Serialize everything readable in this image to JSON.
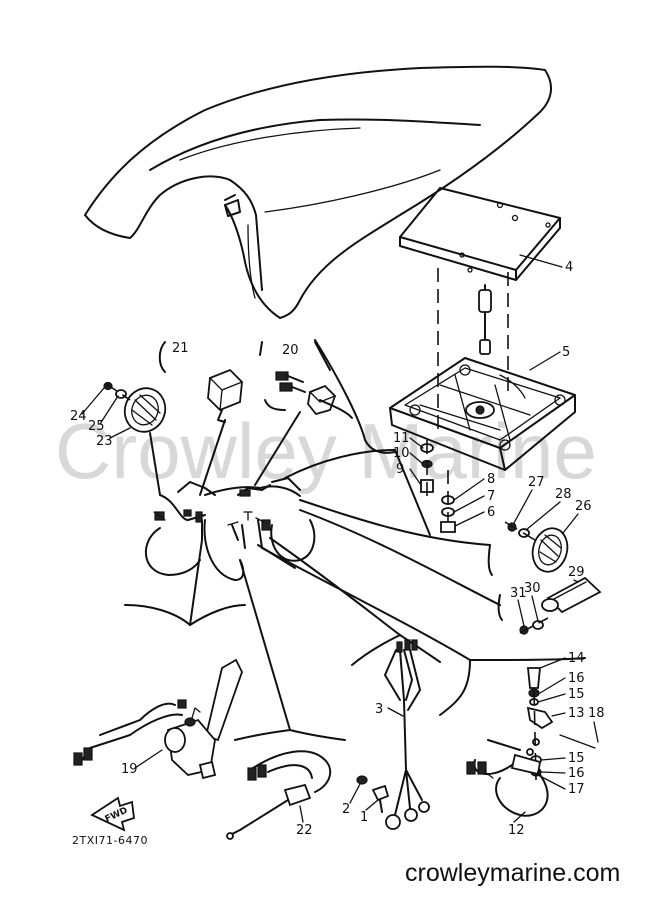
{
  "watermark": "Crowley Marine",
  "website": "crowleymarine.com",
  "diagram_code": "2TXI71-6470",
  "fwd_label": "FWD",
  "callouts": [
    {
      "id": "c4",
      "label": "4"
    },
    {
      "id": "c5",
      "label": "5"
    },
    {
      "id": "c21",
      "label": "21"
    },
    {
      "id": "c20",
      "label": "20"
    },
    {
      "id": "c24",
      "label": "24"
    },
    {
      "id": "c25",
      "label": "25"
    },
    {
      "id": "c23",
      "label": "23"
    },
    {
      "id": "c11",
      "label": "11"
    },
    {
      "id": "c10",
      "label": "10"
    },
    {
      "id": "c9",
      "label": "9"
    },
    {
      "id": "c8",
      "label": "8"
    },
    {
      "id": "c7",
      "label": "7"
    },
    {
      "id": "c6",
      "label": "6"
    },
    {
      "id": "c27",
      "label": "27"
    },
    {
      "id": "c28",
      "label": "28"
    },
    {
      "id": "c26",
      "label": "26"
    },
    {
      "id": "c29",
      "label": "29"
    },
    {
      "id": "c31",
      "label": "31"
    },
    {
      "id": "c30",
      "label": "30"
    },
    {
      "id": "c14",
      "label": "14"
    },
    {
      "id": "c16a",
      "label": "16"
    },
    {
      "id": "c15a",
      "label": "15"
    },
    {
      "id": "c13",
      "label": "13"
    },
    {
      "id": "c18",
      "label": "18"
    },
    {
      "id": "c15b",
      "label": "15"
    },
    {
      "id": "c16b",
      "label": "16"
    },
    {
      "id": "c17",
      "label": "17"
    },
    {
      "id": "c3",
      "label": "3"
    },
    {
      "id": "c19",
      "label": "19"
    },
    {
      "id": "c22",
      "label": "22"
    },
    {
      "id": "c2",
      "label": "2"
    },
    {
      "id": "c1",
      "label": "1"
    },
    {
      "id": "c12",
      "label": "12"
    }
  ]
}
